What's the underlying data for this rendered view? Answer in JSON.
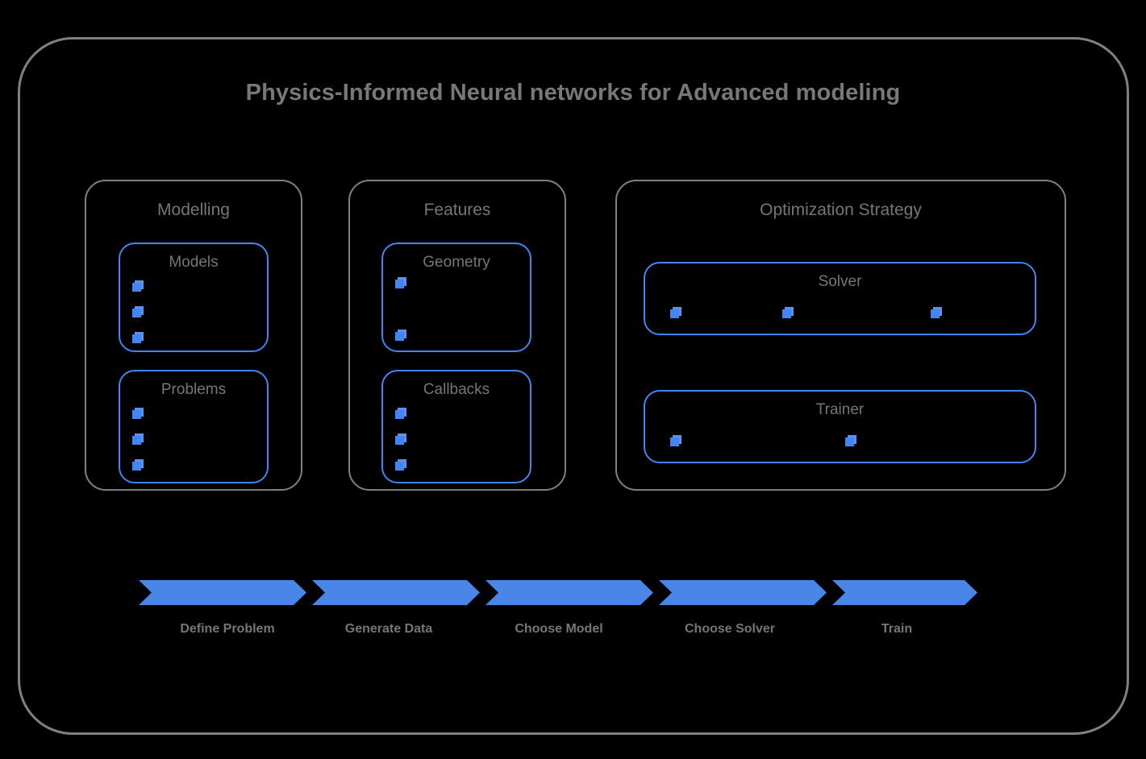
{
  "diagram": {
    "title": "Physics-Informed Neural networks for Advanced modeling",
    "colors": {
      "background": "#000000",
      "outer_border": "#808080",
      "group_border": "#808080",
      "panel_border": "#4285f4",
      "accent_blue": "#4285f4",
      "arrow_blue": "#4a85e8",
      "text_gray": "#767676"
    },
    "groups": [
      {
        "id": "modelling",
        "label": "Modelling",
        "panels": [
          {
            "id": "models",
            "label": "Models",
            "icon_count": 3,
            "icon_name": "cube-icon"
          },
          {
            "id": "problems",
            "label": "Problems",
            "icon_count": 3,
            "icon_name": "cube-icon"
          }
        ]
      },
      {
        "id": "features",
        "label": "Features",
        "panels": [
          {
            "id": "geometry",
            "label": "Geometry",
            "icon_count": 2,
            "icon_name": "cube-icon"
          },
          {
            "id": "callbacks",
            "label": "Callbacks",
            "icon_count": 3,
            "icon_name": "cube-icon"
          }
        ]
      },
      {
        "id": "optimization",
        "label": "Optimization Strategy",
        "panels": [
          {
            "id": "solver",
            "label": "Solver",
            "icon_count": 3,
            "icon_name": "cube-icon"
          },
          {
            "id": "trainer",
            "label": "Trainer",
            "icon_count": 2,
            "icon_name": "cube-icon"
          }
        ]
      }
    ],
    "pipeline": {
      "steps": [
        {
          "label": "Define Problem"
        },
        {
          "label": "Generate Data"
        },
        {
          "label": "Choose Model"
        },
        {
          "label": "Choose Solver"
        },
        {
          "label": "Train"
        }
      ]
    }
  }
}
